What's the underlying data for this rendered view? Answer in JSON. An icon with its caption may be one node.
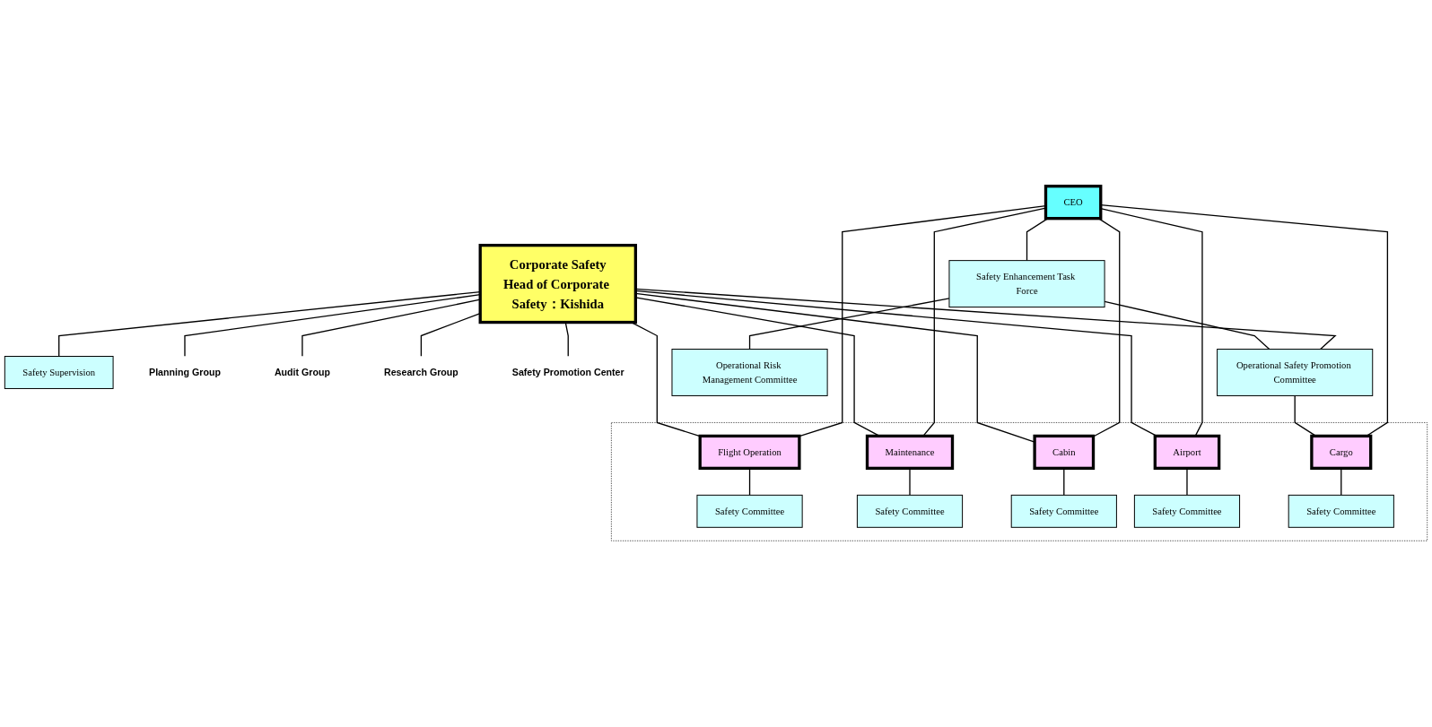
{
  "diagram": {
    "nodes": [
      {
        "text": [
          "CEO"
        ]
      },
      {
        "text": [
          "Safety Enhancement Task Force"
        ]
      },
      {
        "text": [
          "Corporate Safety",
          "Head of Corporate Safety：Kishida"
        ]
      },
      {
        "text": [
          "Safety Supervision"
        ]
      },
      {
        "text": [
          "Planning Group"
        ]
      },
      {
        "text": [
          "Audit Group"
        ]
      },
      {
        "text": [
          "Research Group"
        ]
      },
      {
        "text": [
          "Safety Promotion Center"
        ]
      },
      {
        "text": [
          "Operational Safety Promotion Committee"
        ]
      },
      {
        "text": [
          "Operational Risk Management Committee"
        ]
      },
      {
        "text": [],
        "shape": "box"
      },
      {
        "text": [
          "Flight Operation"
        ],
        "in": 10
      },
      {
        "text": [
          "Maintenance"
        ],
        "in": 10
      },
      {
        "text": [
          "Cabin"
        ],
        "in": 10
      },
      {
        "text": [
          "Airport"
        ],
        "in": 10
      },
      {
        "text": [
          "Cargo"
        ],
        "in": 10
      },
      {
        "text": [
          "Safety Committee"
        ],
        "in": 10
      },
      {
        "text": [
          "Safety Committee"
        ],
        "in": 10
      },
      {
        "text": [
          "Safety Committee"
        ],
        "in": 10
      },
      {
        "text": [
          "Safety Committee"
        ],
        "in": 10
      },
      {
        "text": [
          "Safety Committee"
        ],
        "in": 10
      }
    ],
    "edges": [
      {
        "from": 0,
        "to": 1,
        "arrow": "none"
      },
      {
        "from": 2,
        "to": 3,
        "arrow": "none"
      },
      {
        "from": 2,
        "to": 4,
        "arrow": "none"
      },
      {
        "from": 2,
        "to": 5,
        "arrow": "none"
      },
      {
        "from": 2,
        "to": 6,
        "arrow": "none"
      },
      {
        "from": 2,
        "to": 7,
        "arrow": "none"
      },
      {
        "from": 2,
        "to": 8,
        "arrow": "none"
      },
      {
        "from": 1,
        "to": 8,
        "arrow": "none"
      },
      {
        "from": 1,
        "to": 9,
        "arrow": "none"
      },
      {
        "from": 0,
        "to": 11,
        "arrow": "none"
      },
      {
        "from": 0,
        "to": 12,
        "arrow": "none"
      },
      {
        "from": 0,
        "to": 13,
        "arrow": "none"
      },
      {
        "from": 0,
        "to": 14,
        "arrow": "none"
      },
      {
        "from": 0,
        "to": 15,
        "arrow": "none"
      },
      {
        "from": 2,
        "to": 11,
        "arrow": "none"
      },
      {
        "from": 2,
        "to": 12,
        "arrow": "none"
      },
      {
        "from": 2,
        "to": 13,
        "arrow": "none"
      },
      {
        "from": 2,
        "to": 14,
        "arrow": "none"
      },
      {
        "from": 8,
        "to": 15,
        "arrow": "none"
      },
      {
        "from": 11,
        "to": 16,
        "arrow": "none"
      },
      {
        "from": 12,
        "to": 17,
        "arrow": "none"
      },
      {
        "from": 13,
        "to": 18,
        "arrow": "none"
      },
      {
        "from": 14,
        "to": 19,
        "arrow": "none"
      },
      {
        "from": 15,
        "to": 20,
        "arrow": "none"
      }
    ]
  }
}
